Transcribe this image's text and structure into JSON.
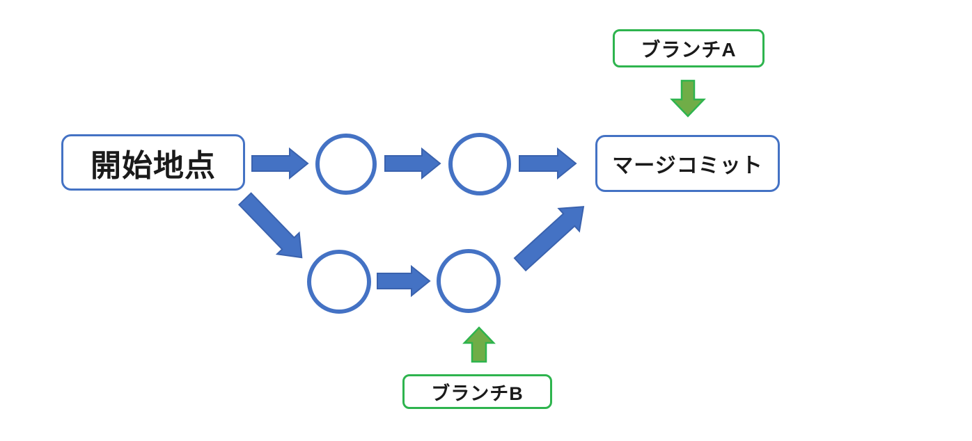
{
  "diagram": {
    "nodes": {
      "start": {
        "label": "開始地点"
      },
      "merge_commit": {
        "label": "マージコミット"
      },
      "branch_a": {
        "label": "ブランチA"
      },
      "branch_b": {
        "label": "ブランチB"
      }
    },
    "colors": {
      "node_border_blue": "#4472C4",
      "node_border_green": "#2EB44E",
      "arrow_blue": "#4472C4",
      "arrow_blue_outline": "#3A62AE",
      "arrow_green_fill": "#70AD47",
      "arrow_green_outline": "#2EB44E",
      "text": "#1A1A1A",
      "background": "#FFFFFF"
    }
  }
}
